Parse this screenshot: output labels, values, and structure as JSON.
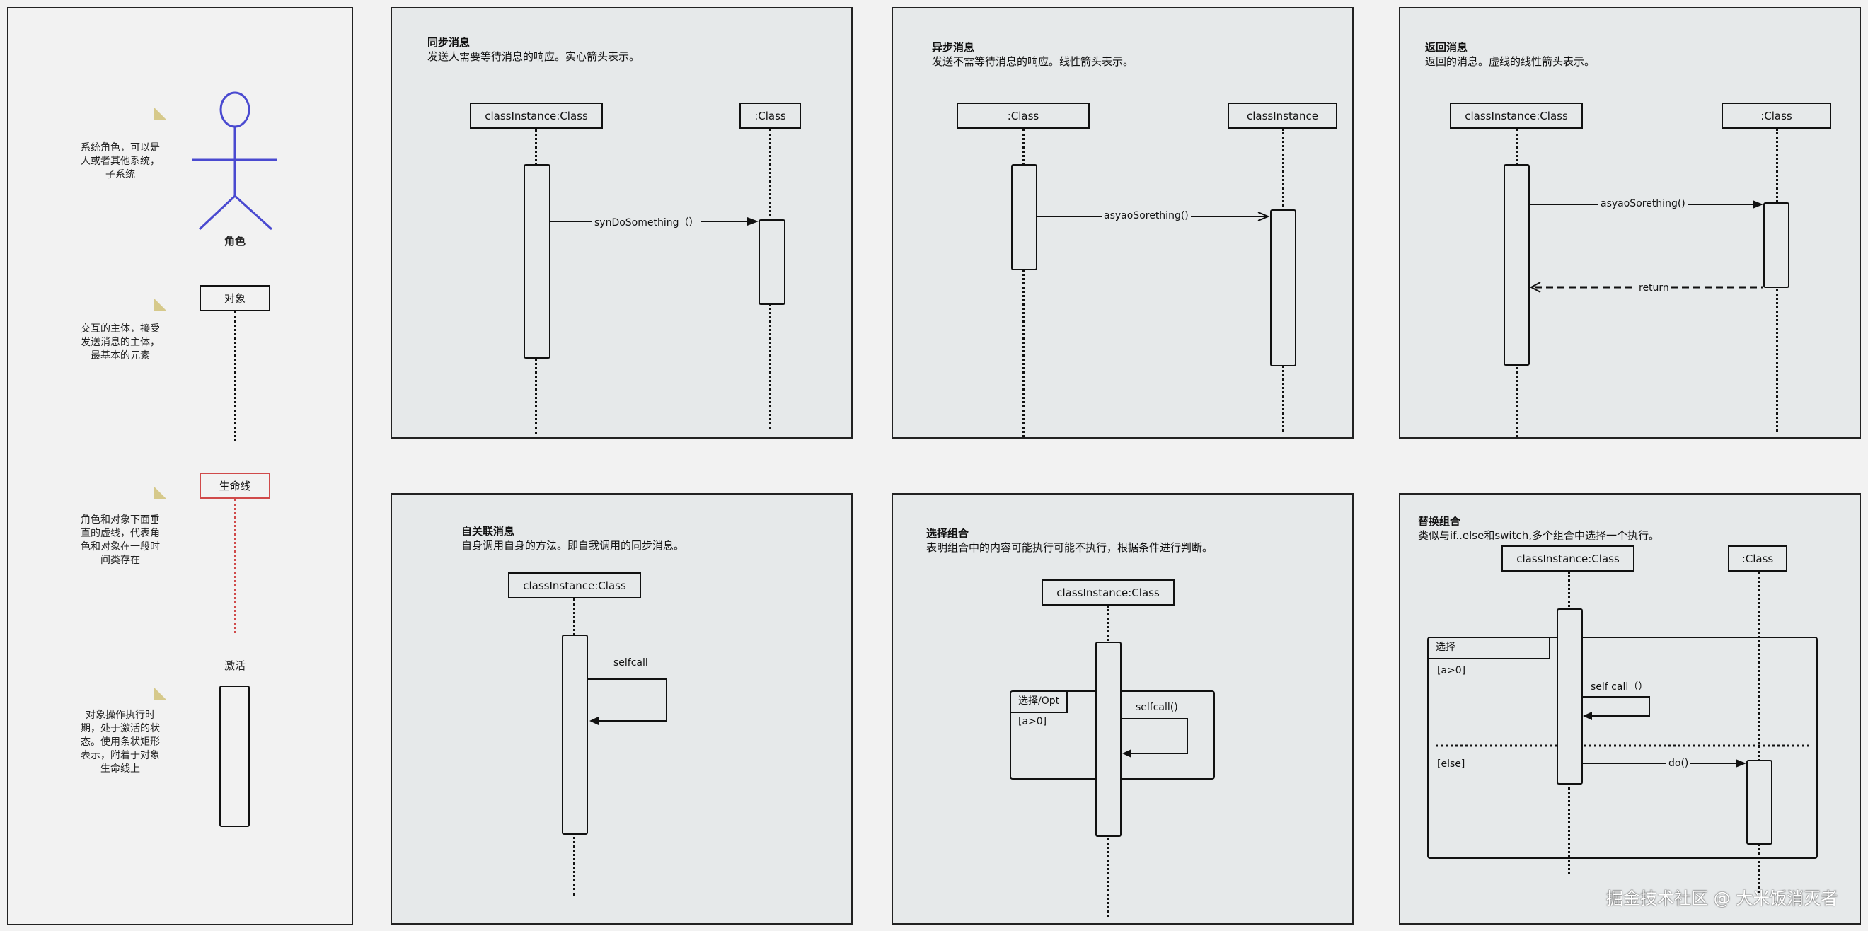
{
  "legend": {
    "actor": {
      "label": "角色",
      "note": "系统角色，可以是人或者其他系统，子系统"
    },
    "object": {
      "label": "对象",
      "note": "交互的主体，接受发送消息的主体，最基本的元素"
    },
    "lifeline": {
      "label": "生命线",
      "note": "角色和对象下面垂直的虚线，代表角色和对象在一段时间类存在"
    },
    "activation": {
      "label": "激活",
      "note": "对象操作执行时期，处于激活的状态。使用条状矩形表示，附着于对象生命线上"
    }
  },
  "sync": {
    "title": "同步消息",
    "desc": "发送人需要等待消息的响应。实心箭头表示。",
    "obj_a": "classInstance:Class",
    "obj_b": ":Class",
    "msg": "synDoSomething（）"
  },
  "async": {
    "title": "异步消息",
    "desc": "发送不需等待消息的响应。线性箭头表示。",
    "obj_a": ":Class",
    "obj_b": "classInstance",
    "msg": "asyaoSorething()"
  },
  "ret": {
    "title": "返回消息",
    "desc": "返回的消息。虚线的线性箭头表示。",
    "obj_a": "classInstance:Class",
    "obj_b": ":Class",
    "msg": "asyaoSorething()",
    "ret": "return"
  },
  "self": {
    "title": "自关联消息",
    "desc": "自身调用自身的方法。即自我调用的同步消息。",
    "obj": "classInstance:Class",
    "msg": "selfcall"
  },
  "opt": {
    "title": "选择组合",
    "desc": "表明组合中的内容可能执行可能不执行，根据条件进行判断。",
    "obj": "classInstance:Class",
    "frame": "选择/Opt",
    "cond": "[a>0]",
    "msg": "selfcall()"
  },
  "alt": {
    "title": "替换组合",
    "desc": "类似与if..else和switch,多个组合中选择一个执行。",
    "obj_a": "classInstance:Class",
    "obj_b": ":Class",
    "frame": "选择",
    "cond1": "[a>0]",
    "msg1": "self call（）",
    "cond2": "[else]",
    "msg2": "do()"
  },
  "watermark": "掘金技术社区 @ 大米饭消灭者",
  "colors": {
    "actor": "#4a4ad0",
    "lifeline_red": "#d04a4a",
    "panel_bg": "#e6e9ea",
    "note_marker": "#d6c98b"
  }
}
